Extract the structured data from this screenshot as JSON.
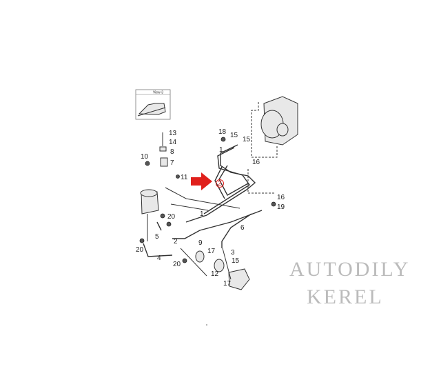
{
  "diagram": {
    "inset_label": "View 3",
    "watermark": [
      "AUTODILY",
      "KEREL"
    ],
    "highlighted_callout": "2",
    "arrow_color": "#e0201c",
    "callouts": [
      "13",
      "14",
      "8",
      "10",
      "7",
      "11",
      "18",
      "15",
      "15",
      "1",
      "16",
      "2",
      "16",
      "19",
      "20",
      "1",
      "6",
      "5",
      "2",
      "9",
      "17",
      "3",
      "20",
      "4",
      "20",
      "15",
      "12",
      "17"
    ]
  }
}
